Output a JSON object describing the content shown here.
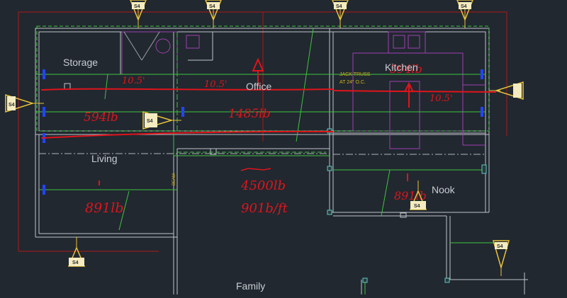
{
  "rooms": {
    "storage": "Storage",
    "office": "Office",
    "kitchen": "Kitchen",
    "living": "Living",
    "nook": "Nook",
    "family": "Family"
  },
  "notes": {
    "truss_line1": "JACK TRUSS",
    "truss_line2": "AT 24\" O.C.",
    "beam": "BEAM"
  },
  "annotations": {
    "span_left": "10.5'",
    "span_mid": "10.5'",
    "span_right": "10.5'",
    "load_left": "594lb",
    "load_mid": "1485lb",
    "load_kitchen": "594lb",
    "load_living": "891lb",
    "load_nook": "891lb",
    "point_load": "4500lb",
    "line_load": "901b/ft"
  },
  "section_tag": "S4",
  "colors": {
    "background": "#212830",
    "walls": "#c0c4c8",
    "red_markup": "#e0141b",
    "green_lines": "#3ec43e",
    "blue_markers": "#2244ff",
    "tags": "#e8c23a",
    "purple_fixtures": "#a040b0",
    "boundary": "#b01818"
  }
}
